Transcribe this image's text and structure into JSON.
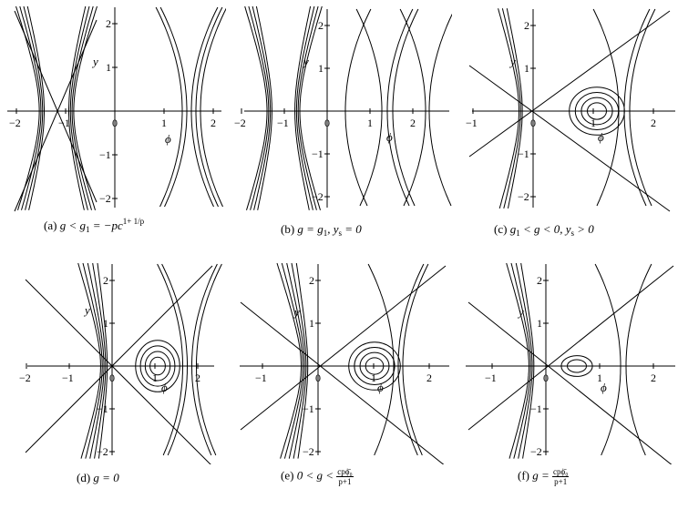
{
  "panels": [
    {
      "id": "a",
      "caption_prefix": "(a)",
      "caption_math": "g < g",
      "caption_sub": "1",
      "caption_tail": " = −pc",
      "caption_sup": "1+ 1/p",
      "x_ticks": [
        "−2",
        "−1",
        "0",
        "1",
        "2"
      ],
      "y_ticks": [
        "2",
        "1",
        "−1",
        "−2"
      ],
      "y_label": "y",
      "phi_label": "ϕ"
    },
    {
      "id": "b",
      "caption_prefix": "(b)",
      "caption_math": "g = g",
      "caption_sub": "1",
      "caption_tail": ", y",
      "caption_sub2": "s",
      "caption_tail2": " = 0",
      "x_ticks": [
        "−2",
        "−1",
        "0",
        "1",
        "2"
      ],
      "y_ticks": [
        "2",
        "1",
        "−1",
        "−2"
      ],
      "y_label": "y",
      "phi_label": "ϕ"
    },
    {
      "id": "c",
      "caption_prefix": "(c)",
      "caption_math": "g",
      "caption_sub": "1",
      "caption_tail": " < g < 0, y",
      "caption_sub2": "s",
      "caption_tail2": " > 0",
      "x_ticks": [
        "−1",
        "0",
        "1",
        "2"
      ],
      "y_ticks": [
        "2",
        "1",
        "−1",
        "−2"
      ],
      "y_label": "y",
      "phi_label": "ϕ"
    },
    {
      "id": "d",
      "caption_prefix": "(d)",
      "caption_math": "g = 0",
      "x_ticks": [
        "−2",
        "−1",
        "0",
        "1",
        "2"
      ],
      "y_ticks": [
        "2",
        "1",
        "−1",
        "−2"
      ],
      "y_label": "y",
      "phi_label": "ϕ"
    },
    {
      "id": "e",
      "caption_prefix": "(e)",
      "caption_math": "0 < g <",
      "frac_num": "cpϕ̄₀",
      "frac_den": "p+1",
      "x_ticks": [
        "−1",
        "0",
        "1",
        "2"
      ],
      "y_ticks": [
        "2",
        "1",
        "−1",
        "−2"
      ],
      "y_label": "y",
      "phi_label": "ϕ"
    },
    {
      "id": "f",
      "caption_prefix": "(f)",
      "caption_math": "g =",
      "frac_num": "cpϕ̄₀",
      "frac_den": "p+1",
      "x_ticks": [
        "−1",
        "0",
        "1",
        "2"
      ],
      "y_ticks": [
        "2",
        "1",
        "−1",
        "−2"
      ],
      "y_label": "y",
      "phi_label": "ϕ"
    }
  ]
}
